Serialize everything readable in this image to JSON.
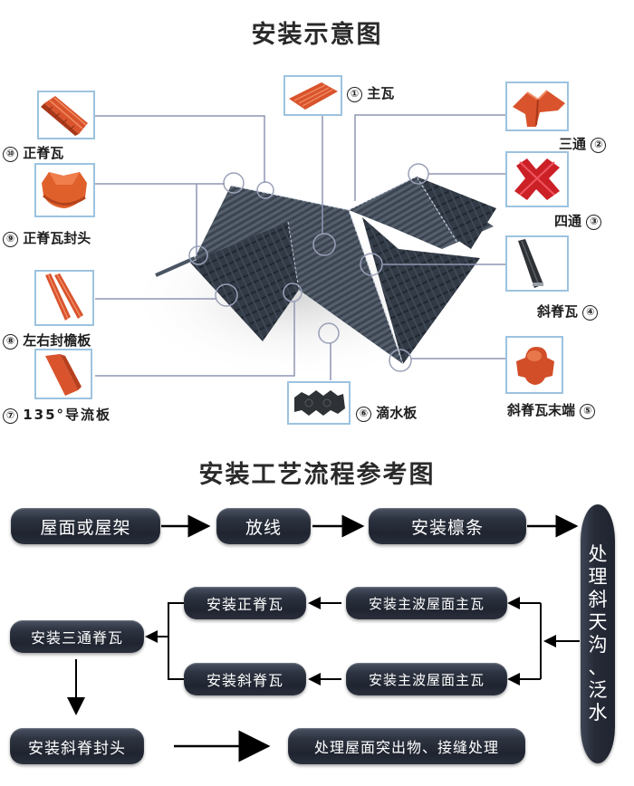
{
  "diagram": {
    "title": "安装示意图",
    "components": [
      {
        "num": "①",
        "name": "主瓦",
        "color": "#d9532c"
      },
      {
        "num": "②",
        "name": "三通",
        "color": "#d9532c"
      },
      {
        "num": "③",
        "name": "四通",
        "color": "#cc2027"
      },
      {
        "num": "④",
        "name": "斜脊瓦",
        "color": "#2e3236"
      },
      {
        "num": "⑤",
        "name": "斜脊瓦末端",
        "color": "#d24e28"
      },
      {
        "num": "⑥",
        "name": "滴水板",
        "color": "#2e3236"
      },
      {
        "num": "⑦",
        "name": "135°导流板",
        "color": "#d9532c"
      },
      {
        "num": "⑧",
        "name": "左右封檐板",
        "color": "#d9532c"
      },
      {
        "num": "⑨",
        "name": "正脊瓦封头",
        "color": "#e0602c"
      },
      {
        "num": "⑩",
        "name": "正脊瓦",
        "color": "#d9532c"
      }
    ],
    "roof_color": "#3d4652",
    "leader_line_color": "#8f96b4"
  },
  "flowchart": {
    "title": "安装工艺流程参考图",
    "steps": {
      "s1": "屋面或屋架",
      "s2": "放线",
      "s3": "安装檩条",
      "s4": "处理斜天沟、泛水",
      "s5a": "安装主波屋面主瓦",
      "s5b": "安装主波屋面主瓦",
      "s6a": "安装正脊瓦",
      "s6b": "安装斜脊瓦",
      "s7": "安装三通脊瓦",
      "s8": "安装斜脊封头",
      "s9": "处理屋面突出物、接缝处理"
    },
    "vertical_chars": [
      "处",
      "理",
      "斜",
      "天",
      "沟",
      "、",
      "泛",
      "水"
    ],
    "pill_color": "#252a35",
    "arrow_color": "#000000"
  }
}
